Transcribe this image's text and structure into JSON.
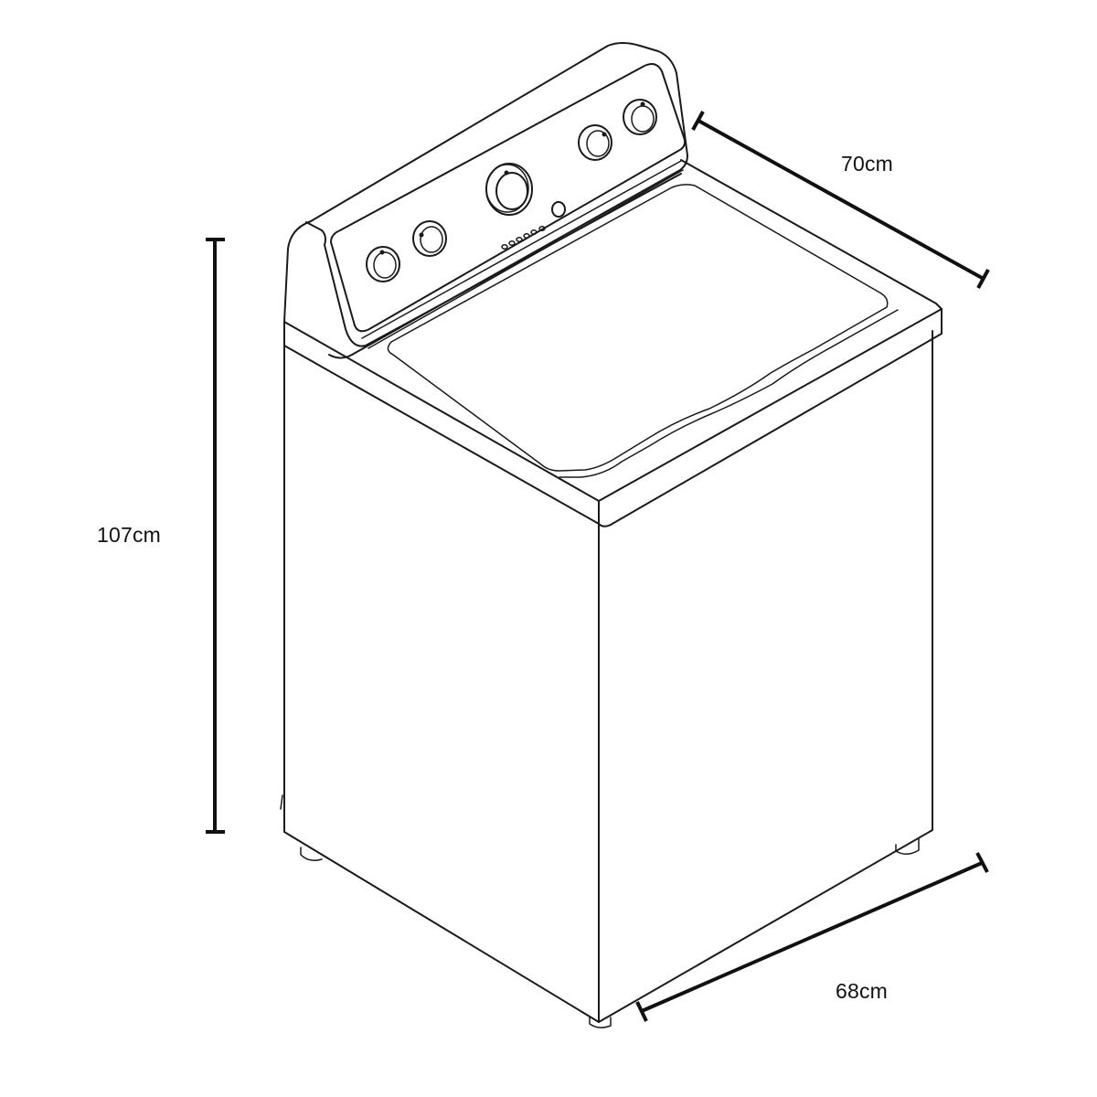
{
  "diagram": {
    "subject": "Top-load washing machine",
    "view": "isometric line drawing",
    "line_color": "#1a1a1a",
    "background": "#ffffff",
    "dimensions": {
      "height": {
        "label": "107cm",
        "value": 107,
        "unit": "cm",
        "axis": "vertical"
      },
      "depth": {
        "label": "70cm",
        "value": 70,
        "unit": "cm",
        "axis": "top-right diagonal"
      },
      "width": {
        "label": "68cm",
        "value": 68,
        "unit": "cm",
        "axis": "bottom-right diagonal"
      }
    },
    "control_panel": {
      "knobs": 4,
      "main_dial": 1,
      "indicator_lights": 6,
      "button": 1
    },
    "parts": [
      "control-console",
      "lid",
      "cabinet",
      "feet"
    ]
  }
}
